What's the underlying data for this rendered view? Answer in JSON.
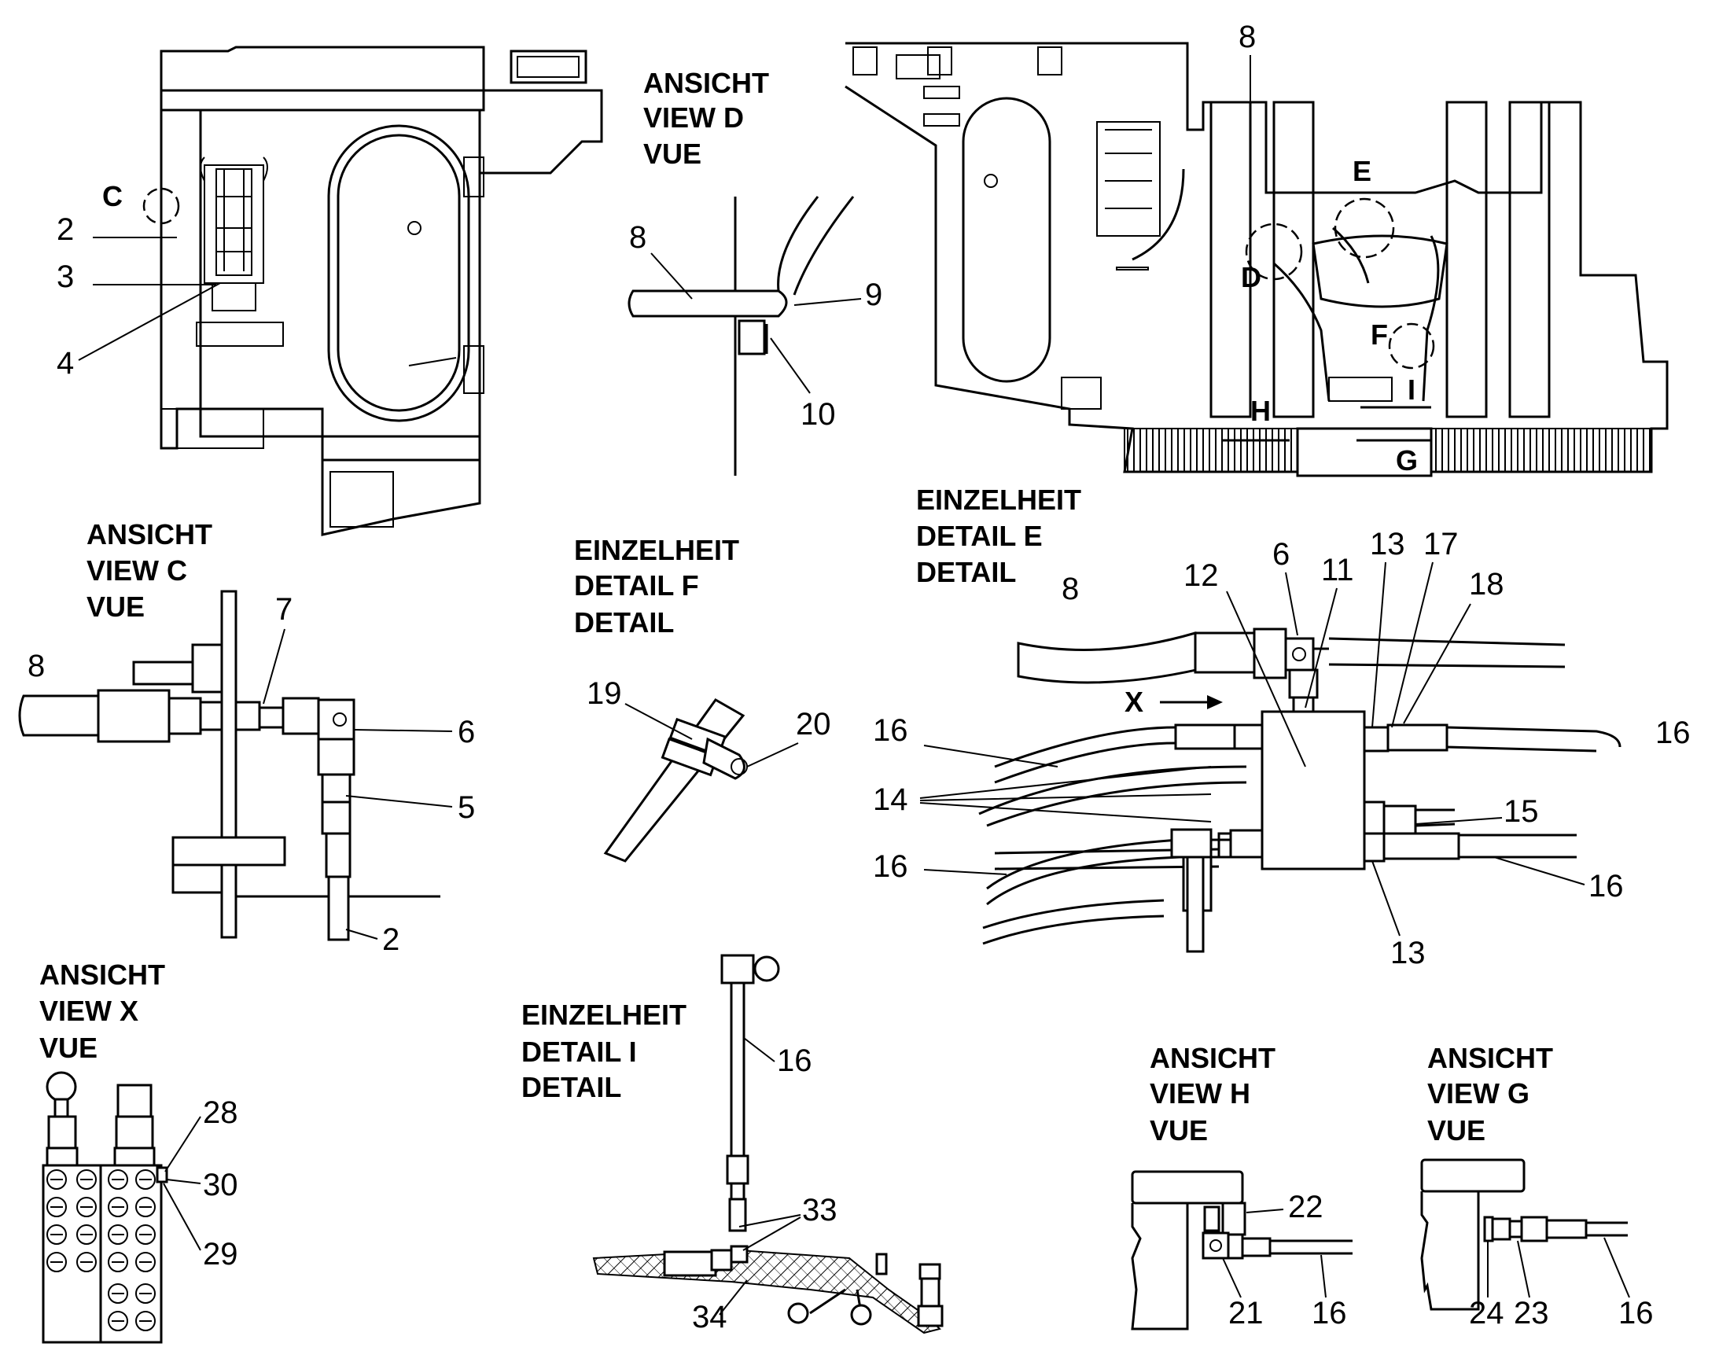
{
  "headers": {
    "view_d": [
      "ANSICHT",
      "VIEW  D",
      "VUE"
    ],
    "view_c": [
      "ANSICHT",
      "VIEW  C",
      "VUE"
    ],
    "view_x": [
      "ANSICHT",
      "VIEW  X",
      "VUE"
    ],
    "view_h": [
      "ANSICHT",
      "VIEW  H",
      "VUE"
    ],
    "view_g": [
      "ANSICHT",
      "VIEW  G",
      "VUE"
    ],
    "detail_e": [
      "EINZELHEIT",
      "DETAIL  E",
      "DETAIL"
    ],
    "detail_f": [
      "EINZELHEIT",
      "DETAIL  F",
      "DETAIL"
    ],
    "detail_i": [
      "EINZELHEIT",
      "DETAIL  I",
      "DETAIL"
    ]
  },
  "callouts": {
    "main_left": [
      "C",
      "2",
      "3",
      "4"
    ],
    "main_right": [
      "8",
      "E",
      "D",
      "F",
      "I",
      "H",
      "G"
    ],
    "view_d": [
      "8",
      "9",
      "10"
    ],
    "view_c": [
      "8",
      "7",
      "6",
      "5",
      "2"
    ],
    "detail_f": [
      "19",
      "20"
    ],
    "detail_e": [
      "8",
      "12",
      "6",
      "11",
      "13",
      "17",
      "18",
      "X",
      "16",
      "16",
      "14",
      "15",
      "16",
      "16",
      "13"
    ],
    "view_x": [
      "28",
      "30",
      "29"
    ],
    "detail_i": [
      "16",
      "33",
      "34"
    ],
    "view_h": [
      "22",
      "21",
      "16"
    ],
    "view_g": [
      "24",
      "23",
      "16"
    ]
  }
}
